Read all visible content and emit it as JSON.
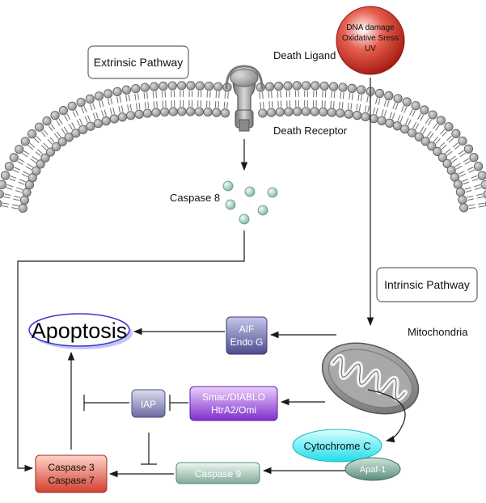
{
  "labels": {
    "extrinsic_pathway": "Extrinsic Pathway",
    "intrinsic_pathway": "Intrinsic Pathway",
    "death_ligand": "Death Ligand",
    "death_receptor": "Death Receptor",
    "caspase8": "Caspase 8",
    "mitochondria": "Mitochondria",
    "apoptosis": "Apoptosis",
    "stress_line1": "DNA damage",
    "stress_line2": "Oxidative Sress",
    "stress_line3": "UV"
  },
  "boxes": {
    "aif_line1": "AIF",
    "aif_line2": "Endo G",
    "smac_line1": "Smac/DIABLO",
    "smac_line2": "HtrA2/Omi",
    "iap": "IAP",
    "cytochrome_c": "Cytochrome C",
    "apaf1": "Apaf-1",
    "caspase9": "Caspase 9",
    "caspase37_line1": "Caspase 3",
    "caspase37_line2": "Caspase 7"
  },
  "colors": {
    "aif_box": "#5a5a9a",
    "smac_box": "#8e3fd6",
    "iap_box": "#7777aa",
    "cytochrome": "#33e8f0",
    "apaf": "#6a9a88",
    "caspase9": "#8fb5a5",
    "caspase37": "#e0503a",
    "stress_ball": "#c0281e",
    "caspase8_dots": "#9ccab8",
    "membrane_head": "#9a9a9a"
  }
}
